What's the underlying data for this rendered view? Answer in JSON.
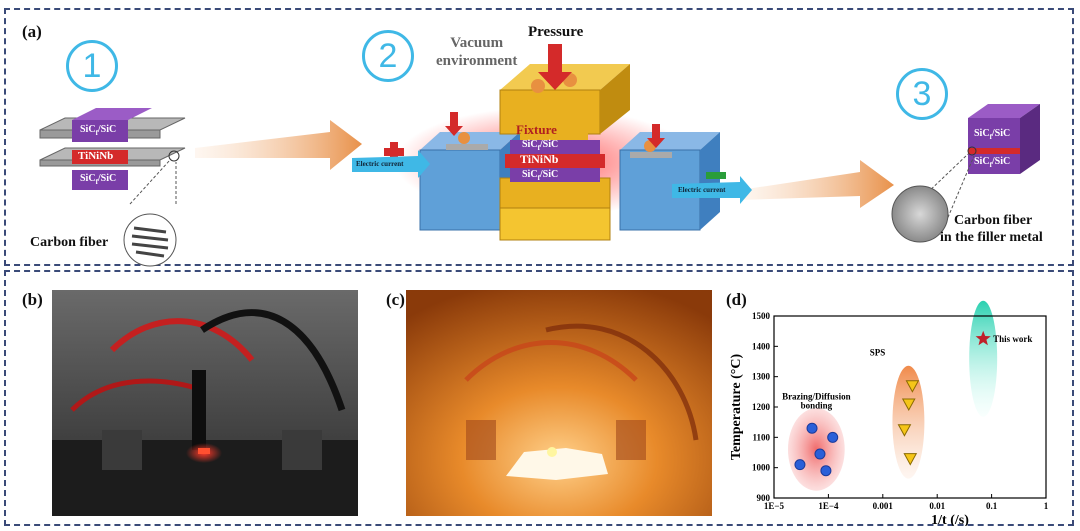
{
  "panel_a": {
    "label": "(a)",
    "steps": [
      "1",
      "2",
      "3"
    ],
    "vacuum_line1": "Vacuum",
    "vacuum_line2": "environment",
    "pressure": "Pressure",
    "fixture": "Fixture",
    "sic": "SiC",
    "sic_sub": "f",
    "sic_suffix": "/SiC",
    "tininb": "TiNiNb",
    "carbon_fiber": "Carbon fiber",
    "carbon_fiber_filler_line1": "Carbon fiber",
    "carbon_fiber_filler_line2": "in the filler metal",
    "electric_current": "Electric current",
    "plus": "+",
    "minus": "—",
    "colors": {
      "purple": "#7a3ea8",
      "red": "#d42a2a",
      "gold": "#e8b020",
      "blue": "#5fa0d8",
      "arrow": "#e8914a",
      "accent": "#3fb8e6"
    }
  },
  "panel_b": {
    "label": "(b)"
  },
  "panel_c": {
    "label": "(c)"
  },
  "panel_d": {
    "label": "(d)"
  },
  "chart_data": {
    "type": "scatter",
    "xlabel": "1/t (/s)",
    "ylabel": "Temperature (°C)",
    "xscale": "log",
    "xlim": [
      1e-05,
      1
    ],
    "ylim": [
      900,
      1500
    ],
    "xticks": [
      "1E−5",
      "1E−4",
      "0.001",
      "0.01",
      "0.1",
      "1"
    ],
    "yticks": [
      900,
      1000,
      1100,
      1200,
      1300,
      1400,
      1500
    ],
    "groups": [
      {
        "name": "Brazing/Diffusion bonding",
        "name_line1": "Brazing/Diffusion",
        "name_line2": "bonding",
        "marker": "circle",
        "color": "#2a5fd8",
        "points": [
          {
            "x": 5e-05,
            "y": 1130
          },
          {
            "x": 0.00012,
            "y": 1100
          },
          {
            "x": 7e-05,
            "y": 1045
          },
          {
            "x": 3e-05,
            "y": 1010
          },
          {
            "x": 9e-05,
            "y": 990
          }
        ]
      },
      {
        "name": "SPS",
        "marker": "triangle",
        "color": "#f5c518",
        "points": [
          {
            "x": 0.0035,
            "y": 1270
          },
          {
            "x": 0.003,
            "y": 1210
          },
          {
            "x": 0.0025,
            "y": 1125
          },
          {
            "x": 0.0032,
            "y": 1030
          }
        ]
      },
      {
        "name": "This work",
        "marker": "star",
        "color": "#c0202a",
        "points": [
          {
            "x": 0.07,
            "y": 1425
          }
        ]
      }
    ]
  }
}
